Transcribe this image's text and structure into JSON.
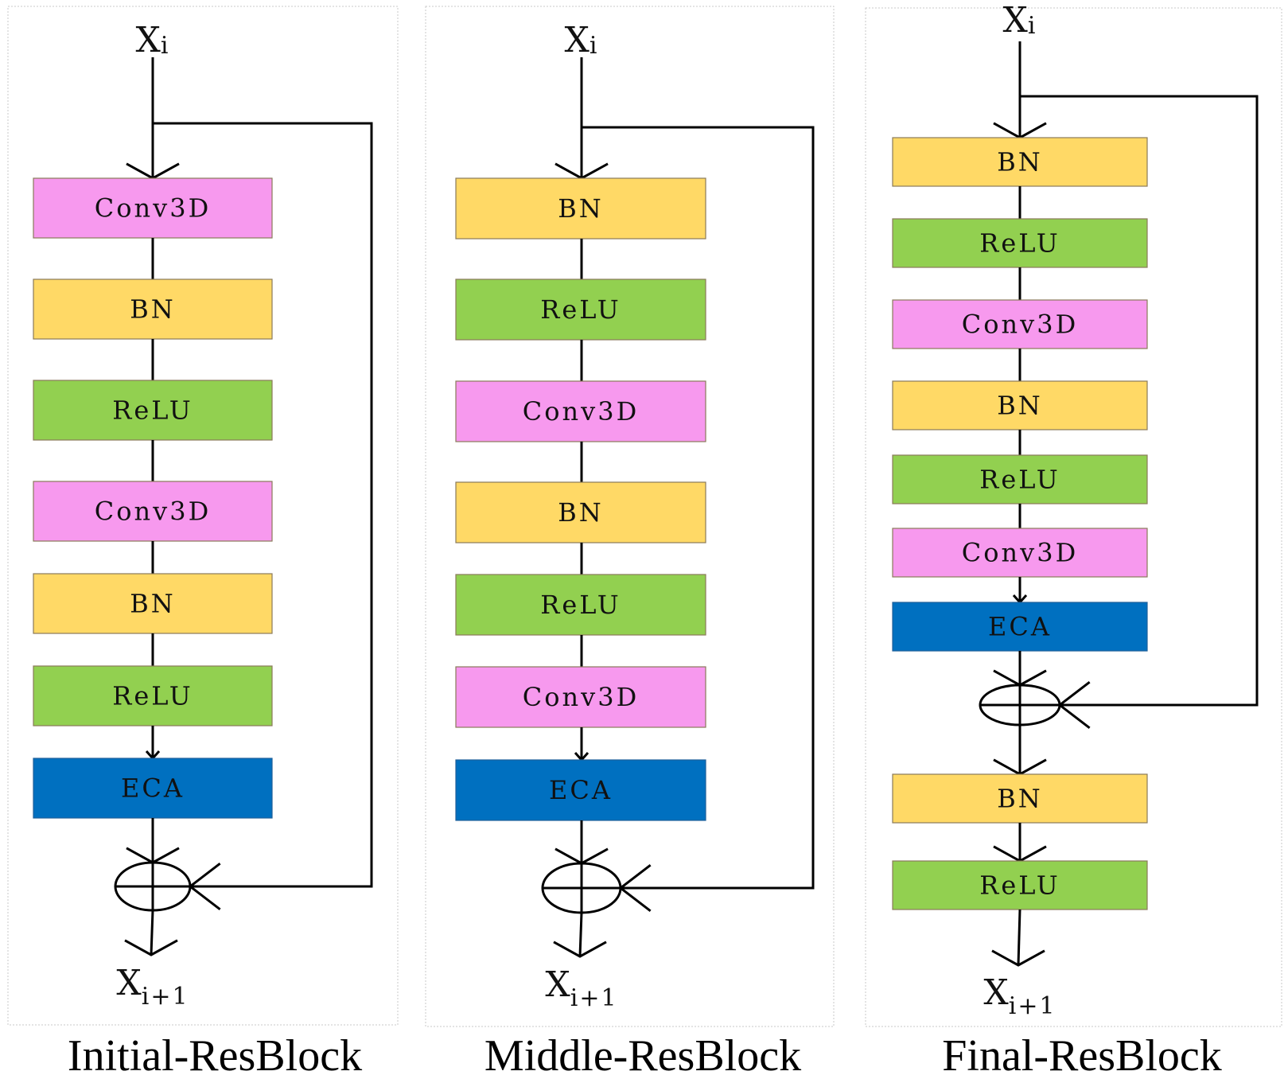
{
  "colors": {
    "Conv3D": "#f799ee",
    "BN": "#ffd966",
    "ReLU": "#92d050",
    "ECA": "#0070c0"
  },
  "io": {
    "input_main": "X",
    "input_sub": "i",
    "output_main": "X",
    "output_sub": "i+1"
  },
  "panels": [
    {
      "id": "initial",
      "caption": "Initial-ResBlock",
      "layers": [
        "Conv3D",
        "BN",
        "ReLU",
        "Conv3D",
        "BN",
        "ReLU",
        "ECA"
      ],
      "post_add_layers": []
    },
    {
      "id": "middle",
      "caption": "Middle-ResBlock",
      "layers": [
        "BN",
        "ReLU",
        "Conv3D",
        "BN",
        "ReLU",
        "Conv3D",
        "ECA"
      ],
      "post_add_layers": []
    },
    {
      "id": "final",
      "caption": "Final-ResBlock",
      "layers": [
        "BN",
        "ReLU",
        "Conv3D",
        "BN",
        "ReLU",
        "Conv3D",
        "ECA"
      ],
      "post_add_layers": [
        "BN",
        "ReLU"
      ]
    }
  ],
  "operators": {
    "add_symbol": "element-wise addition (⊕)"
  }
}
